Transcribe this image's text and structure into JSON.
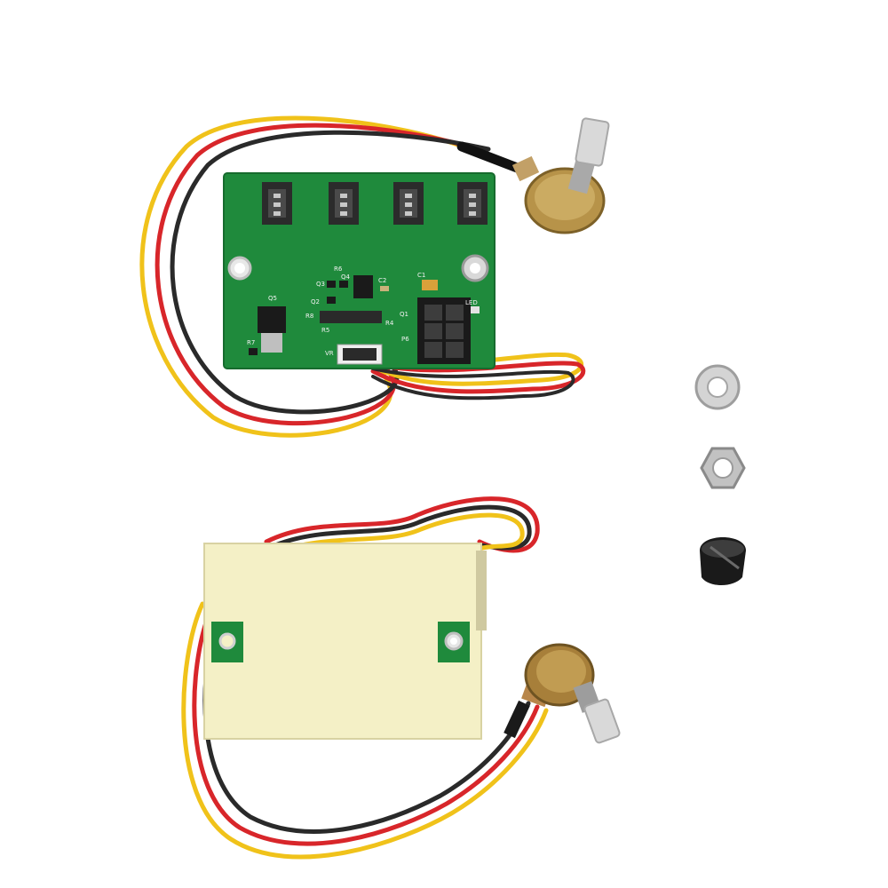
{
  "colors": {
    "background": "#ffffff",
    "pcb": "#1f8a3c",
    "pcb_dark": "#176b2e",
    "tape": "#f4f0c6",
    "wire_red": "#d8262a",
    "wire_black": "#2a2a2a",
    "wire_yellow": "#f0c21a"
  },
  "pcb_labels": {
    "c1": "C1",
    "r6": "R6",
    "q3": "Q3",
    "q4": "Q4",
    "c2": "C2",
    "q2": "Q2",
    "q5": "Q5",
    "r8": "R8",
    "r5": "R5",
    "r4": "R4",
    "q1": "Q1",
    "led": "LED",
    "p6": "P6",
    "r7": "R7",
    "vr": "VR"
  }
}
